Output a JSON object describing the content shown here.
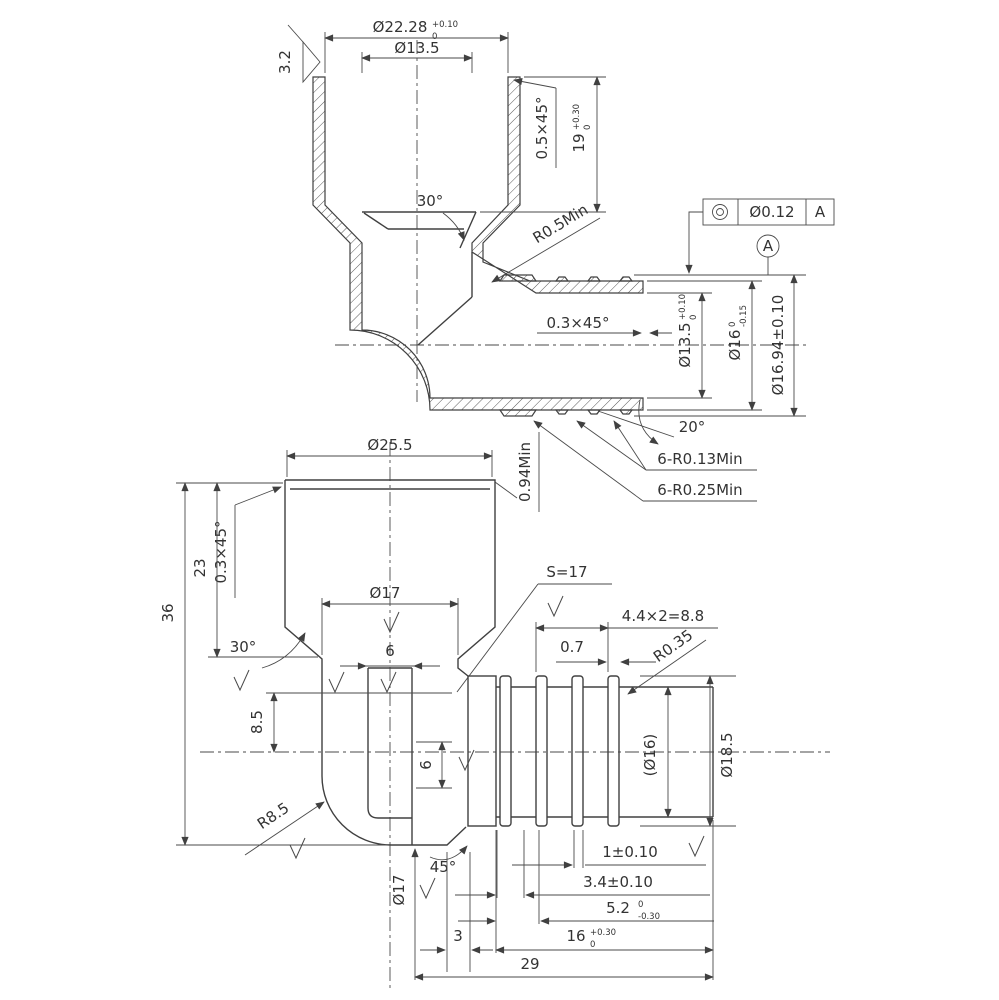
{
  "colors": {
    "line": "#404040",
    "text": "#333333",
    "background": "#ffffff"
  },
  "labels": {
    "sf32": "3.2",
    "d2228": {
      "main": "Ø22.28",
      "sup": "+0.10",
      "sub": "0"
    },
    "d135_top": "Ø13.5",
    "ch05": "0.5×45°",
    "d19": {
      "main": "19",
      "sup": "+0.30",
      "sub": "0"
    },
    "a30_top": "30°",
    "r05": "R0.5Min",
    "ch03_top": "0.3×45°",
    "d135_r": {
      "main": "Ø13.5",
      "sup": "+0.10",
      "sub": "0"
    },
    "d16": {
      "main": "Ø16",
      "sup": "0",
      "sub": "-0.15"
    },
    "d1694": "Ø16.94±0.10",
    "a20": "20°",
    "r013": "6-R0.13Min",
    "r025": "6-R0.25Min",
    "fcf_tol": "Ø0.12",
    "fcf_datum": "A",
    "datum_a": "A",
    "d255": "Ø25.5",
    "min094": "0.94Min",
    "ch03_b": "0.3×45°",
    "v23": "23",
    "v36": "36",
    "a30_b": "30°",
    "d17_neck": "Ø17",
    "s17": "S=17",
    "w6": "6",
    "p44": "4.4×2=8.8",
    "w07": "0.7",
    "r035": "R0.35",
    "v85": "8.5",
    "d16_ref": "(Ø16)",
    "d185": "Ø18.5",
    "v6": "6",
    "r85": "R8.5",
    "a45": "45°",
    "d17_b": "Ø17",
    "t1": "1±0.10",
    "t34": "3.4±0.10",
    "t52": {
      "main": "5.2",
      "sup": "0",
      "sub": "-0.30"
    },
    "w3": "3",
    "l16": {
      "main": "16",
      "sup": "+0.30",
      "sub": "0"
    },
    "l29": "29"
  }
}
